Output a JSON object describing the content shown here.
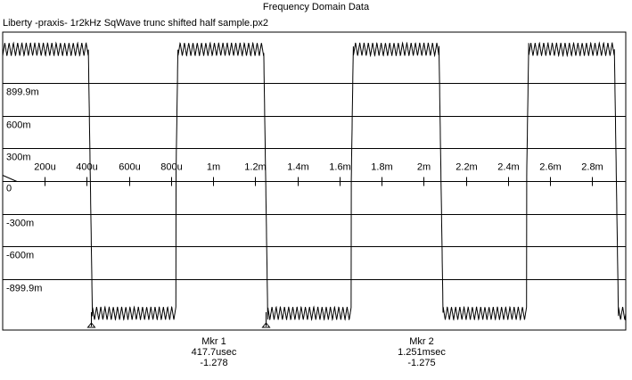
{
  "window": {
    "title": "Frequency Domain Data",
    "file": "Liberty -praxis-  1r2kHz SqWave trunc shifted half sample.px2"
  },
  "chart_data": {
    "type": "line",
    "y_ticks": [
      {
        "value": 0.8999,
        "label": "899.9m"
      },
      {
        "value": 0.6,
        "label": "600m"
      },
      {
        "value": 0.3,
        "label": "300m"
      },
      {
        "value": 0,
        "label": "0"
      },
      {
        "value": -0.3,
        "label": "-300m"
      },
      {
        "value": -0.6,
        "label": "-600m"
      },
      {
        "value": -0.8999,
        "label": "-899.9m"
      }
    ],
    "x_ticks": [
      {
        "value": 0.0002,
        "label": "200u"
      },
      {
        "value": 0.0004,
        "label": "400u"
      },
      {
        "value": 0.0006,
        "label": "600u"
      },
      {
        "value": 0.0008,
        "label": "800u"
      },
      {
        "value": 0.001,
        "label": "1m"
      },
      {
        "value": 0.0012,
        "label": "1.2m"
      },
      {
        "value": 0.0014,
        "label": "1.4m"
      },
      {
        "value": 0.0016,
        "label": "1.6m"
      },
      {
        "value": 0.0018,
        "label": "1.8m"
      },
      {
        "value": 0.002,
        "label": "2m"
      },
      {
        "value": 0.0022,
        "label": "2.2m"
      },
      {
        "value": 0.0024,
        "label": "2.4m"
      },
      {
        "value": 0.0026,
        "label": "2.6m"
      },
      {
        "value": 0.0028,
        "label": "2.8m"
      }
    ],
    "xlim": [
      0,
      0.00296
    ],
    "ylim": [
      -1.37,
      1.37
    ],
    "grid": true,
    "series": [
      {
        "description": "square wave, period ~833us, with ringing at plateaus",
        "period": 0.000833,
        "high": 1.272,
        "low": -1.276,
        "ripple": 0.06,
        "ripple_cycles": 10
      }
    ],
    "markers": [
      {
        "name": "Mkr 1",
        "x": 0.0004177,
        "x_label": "417.7usec",
        "y_label": "-1.278"
      },
      {
        "name": "Mkr 2",
        "x": 0.001251,
        "x_label": "1.251msec",
        "y_label": "-1.275"
      }
    ]
  }
}
